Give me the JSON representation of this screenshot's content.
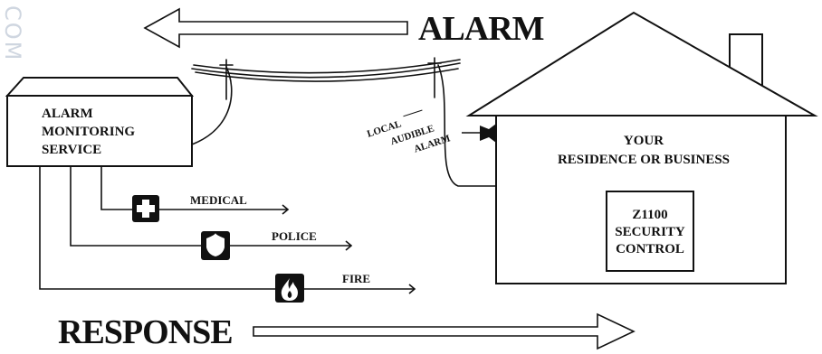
{
  "watermark": "COM",
  "alarm_heading": "ALARM",
  "response_heading": "RESPONSE",
  "monitoring_service": {
    "line1": "ALARM",
    "line2": "MONITORING",
    "line3": "SERVICE"
  },
  "premises": {
    "line1": "YOUR",
    "line2": "RESIDENCE OR BUSINESS"
  },
  "control_panel": {
    "line1": "Z1100",
    "line2": "SECURITY",
    "line3": "CONTROL"
  },
  "local_alarm": {
    "line1": "LOCAL",
    "line2": "AUDIBLE",
    "line3": "ALARM"
  },
  "responses": {
    "medical": "MEDICAL",
    "police": "POLICE",
    "fire": "FIRE"
  },
  "icons": {
    "medical": "medical-cross-icon",
    "police": "police-shield-icon",
    "fire": "fire-flame-icon"
  },
  "colors": {
    "ink": "#111111",
    "watermark": "#cfd6e0"
  }
}
